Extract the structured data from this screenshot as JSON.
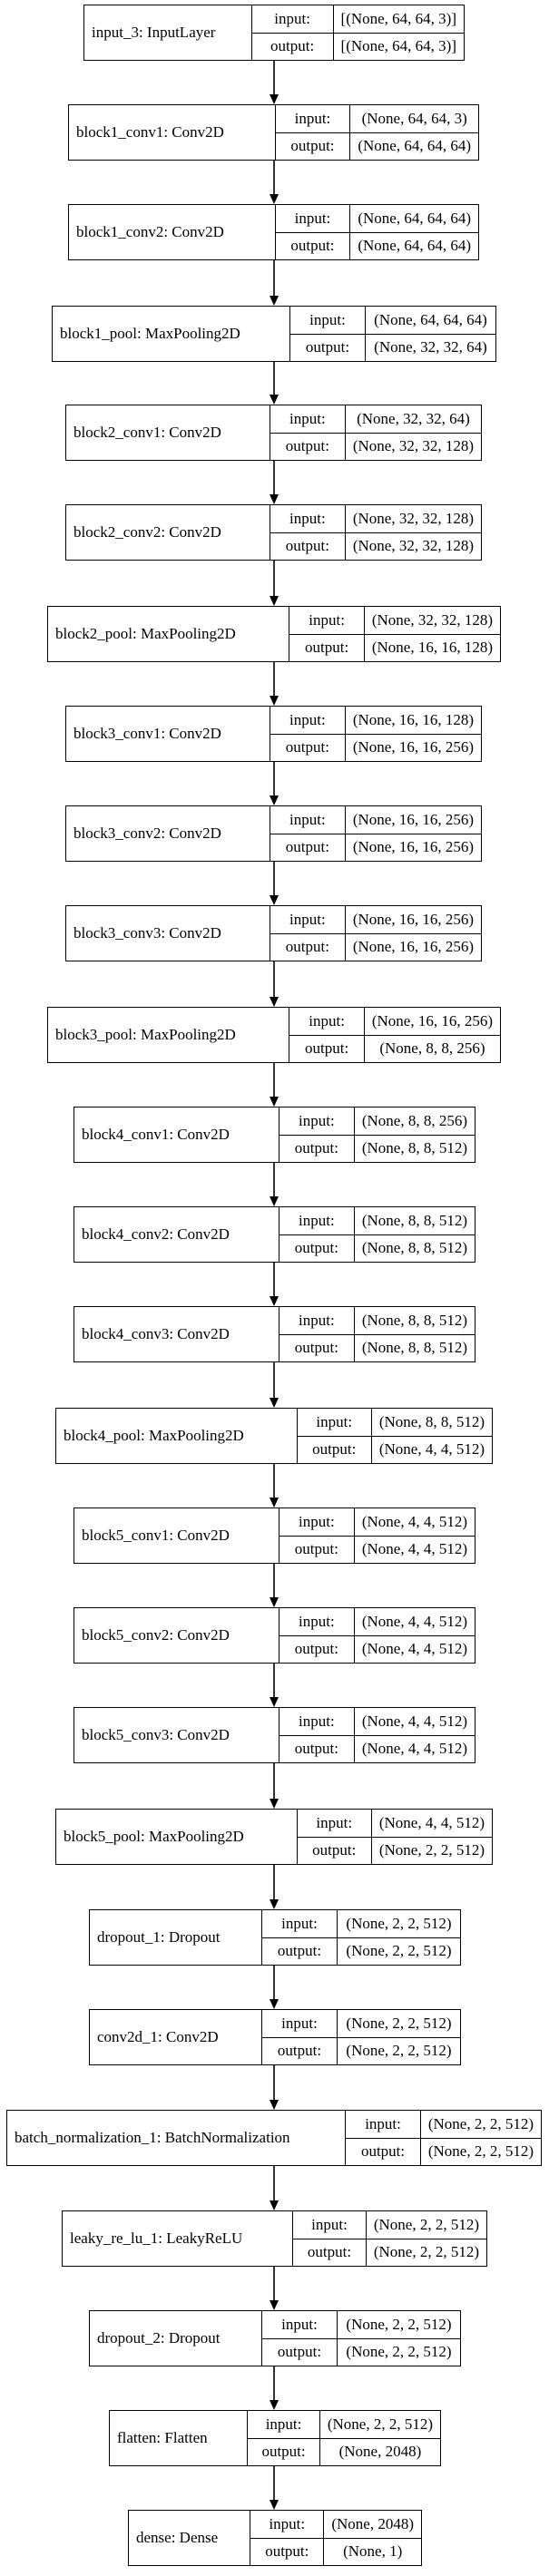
{
  "layers": [
    {
      "name": "input_3: InputLayer",
      "input_label": "input:",
      "output_label": "output:",
      "input": "[(None, 64, 64, 3)]",
      "output": "[(None, 64, 64, 3)]"
    },
    {
      "name": "block1_conv1: Conv2D",
      "input_label": "input:",
      "output_label": "output:",
      "input": "(None, 64, 64, 3)",
      "output": "(None, 64, 64, 64)"
    },
    {
      "name": "block1_conv2: Conv2D",
      "input_label": "input:",
      "output_label": "output:",
      "input": "(None, 64, 64, 64)",
      "output": "(None, 64, 64, 64)"
    },
    {
      "name": "block1_pool: MaxPooling2D",
      "input_label": "input:",
      "output_label": "output:",
      "input": "(None, 64, 64, 64)",
      "output": "(None, 32, 32, 64)"
    },
    {
      "name": "block2_conv1: Conv2D",
      "input_label": "input:",
      "output_label": "output:",
      "input": "(None, 32, 32, 64)",
      "output": "(None, 32, 32, 128)"
    },
    {
      "name": "block2_conv2: Conv2D",
      "input_label": "input:",
      "output_label": "output:",
      "input": "(None, 32, 32, 128)",
      "output": "(None, 32, 32, 128)"
    },
    {
      "name": "block2_pool: MaxPooling2D",
      "input_label": "input:",
      "output_label": "output:",
      "input": "(None, 32, 32, 128)",
      "output": "(None, 16, 16, 128)"
    },
    {
      "name": "block3_conv1: Conv2D",
      "input_label": "input:",
      "output_label": "output:",
      "input": "(None, 16, 16, 128)",
      "output": "(None, 16, 16, 256)"
    },
    {
      "name": "block3_conv2: Conv2D",
      "input_label": "input:",
      "output_label": "output:",
      "input": "(None, 16, 16, 256)",
      "output": "(None, 16, 16, 256)"
    },
    {
      "name": "block3_conv3: Conv2D",
      "input_label": "input:",
      "output_label": "output:",
      "input": "(None, 16, 16, 256)",
      "output": "(None, 16, 16, 256)"
    },
    {
      "name": "block3_pool: MaxPooling2D",
      "input_label": "input:",
      "output_label": "output:",
      "input": "(None, 16, 16, 256)",
      "output": "(None, 8, 8, 256)"
    },
    {
      "name": "block4_conv1: Conv2D",
      "input_label": "input:",
      "output_label": "output:",
      "input": "(None, 8, 8, 256)",
      "output": "(None, 8, 8, 512)"
    },
    {
      "name": "block4_conv2: Conv2D",
      "input_label": "input:",
      "output_label": "output:",
      "input": "(None, 8, 8, 512)",
      "output": "(None, 8, 8, 512)"
    },
    {
      "name": "block4_conv3: Conv2D",
      "input_label": "input:",
      "output_label": "output:",
      "input": "(None, 8, 8, 512)",
      "output": "(None, 8, 8, 512)"
    },
    {
      "name": "block4_pool: MaxPooling2D",
      "input_label": "input:",
      "output_label": "output:",
      "input": "(None, 8, 8, 512)",
      "output": "(None, 4, 4, 512)"
    },
    {
      "name": "block5_conv1: Conv2D",
      "input_label": "input:",
      "output_label": "output:",
      "input": "(None, 4, 4, 512)",
      "output": "(None, 4, 4, 512)"
    },
    {
      "name": "block5_conv2: Conv2D",
      "input_label": "input:",
      "output_label": "output:",
      "input": "(None, 4, 4, 512)",
      "output": "(None, 4, 4, 512)"
    },
    {
      "name": "block5_conv3: Conv2D",
      "input_label": "input:",
      "output_label": "output:",
      "input": "(None, 4, 4, 512)",
      "output": "(None, 4, 4, 512)"
    },
    {
      "name": "block5_pool: MaxPooling2D",
      "input_label": "input:",
      "output_label": "output:",
      "input": "(None, 4, 4, 512)",
      "output": "(None, 2, 2, 512)"
    },
    {
      "name": "dropout_1: Dropout",
      "input_label": "input:",
      "output_label": "output:",
      "input": "(None, 2, 2, 512)",
      "output": "(None, 2, 2, 512)"
    },
    {
      "name": "conv2d_1: Conv2D",
      "input_label": "input:",
      "output_label": "output:",
      "input": "(None, 2, 2, 512)",
      "output": "(None, 2, 2, 512)"
    },
    {
      "name": "batch_normalization_1: BatchNormalization",
      "input_label": "input:",
      "output_label": "output:",
      "input": "(None, 2, 2, 512)",
      "output": "(None, 2, 2, 512)"
    },
    {
      "name": "leaky_re_lu_1: LeakyReLU",
      "input_label": "input:",
      "output_label": "output:",
      "input": "(None, 2, 2, 512)",
      "output": "(None, 2, 2, 512)"
    },
    {
      "name": "dropout_2: Dropout",
      "input_label": "input:",
      "output_label": "output:",
      "input": "(None, 2, 2, 512)",
      "output": "(None, 2, 2, 512)"
    },
    {
      "name": "flatten: Flatten",
      "input_label": "input:",
      "output_label": "output:",
      "input": "(None, 2, 2, 512)",
      "output": "(None, 2048)"
    },
    {
      "name": "dense: Dense",
      "input_label": "input:",
      "output_label": "output:",
      "input": "(None, 2048)",
      "output": "(None, 1)"
    }
  ]
}
